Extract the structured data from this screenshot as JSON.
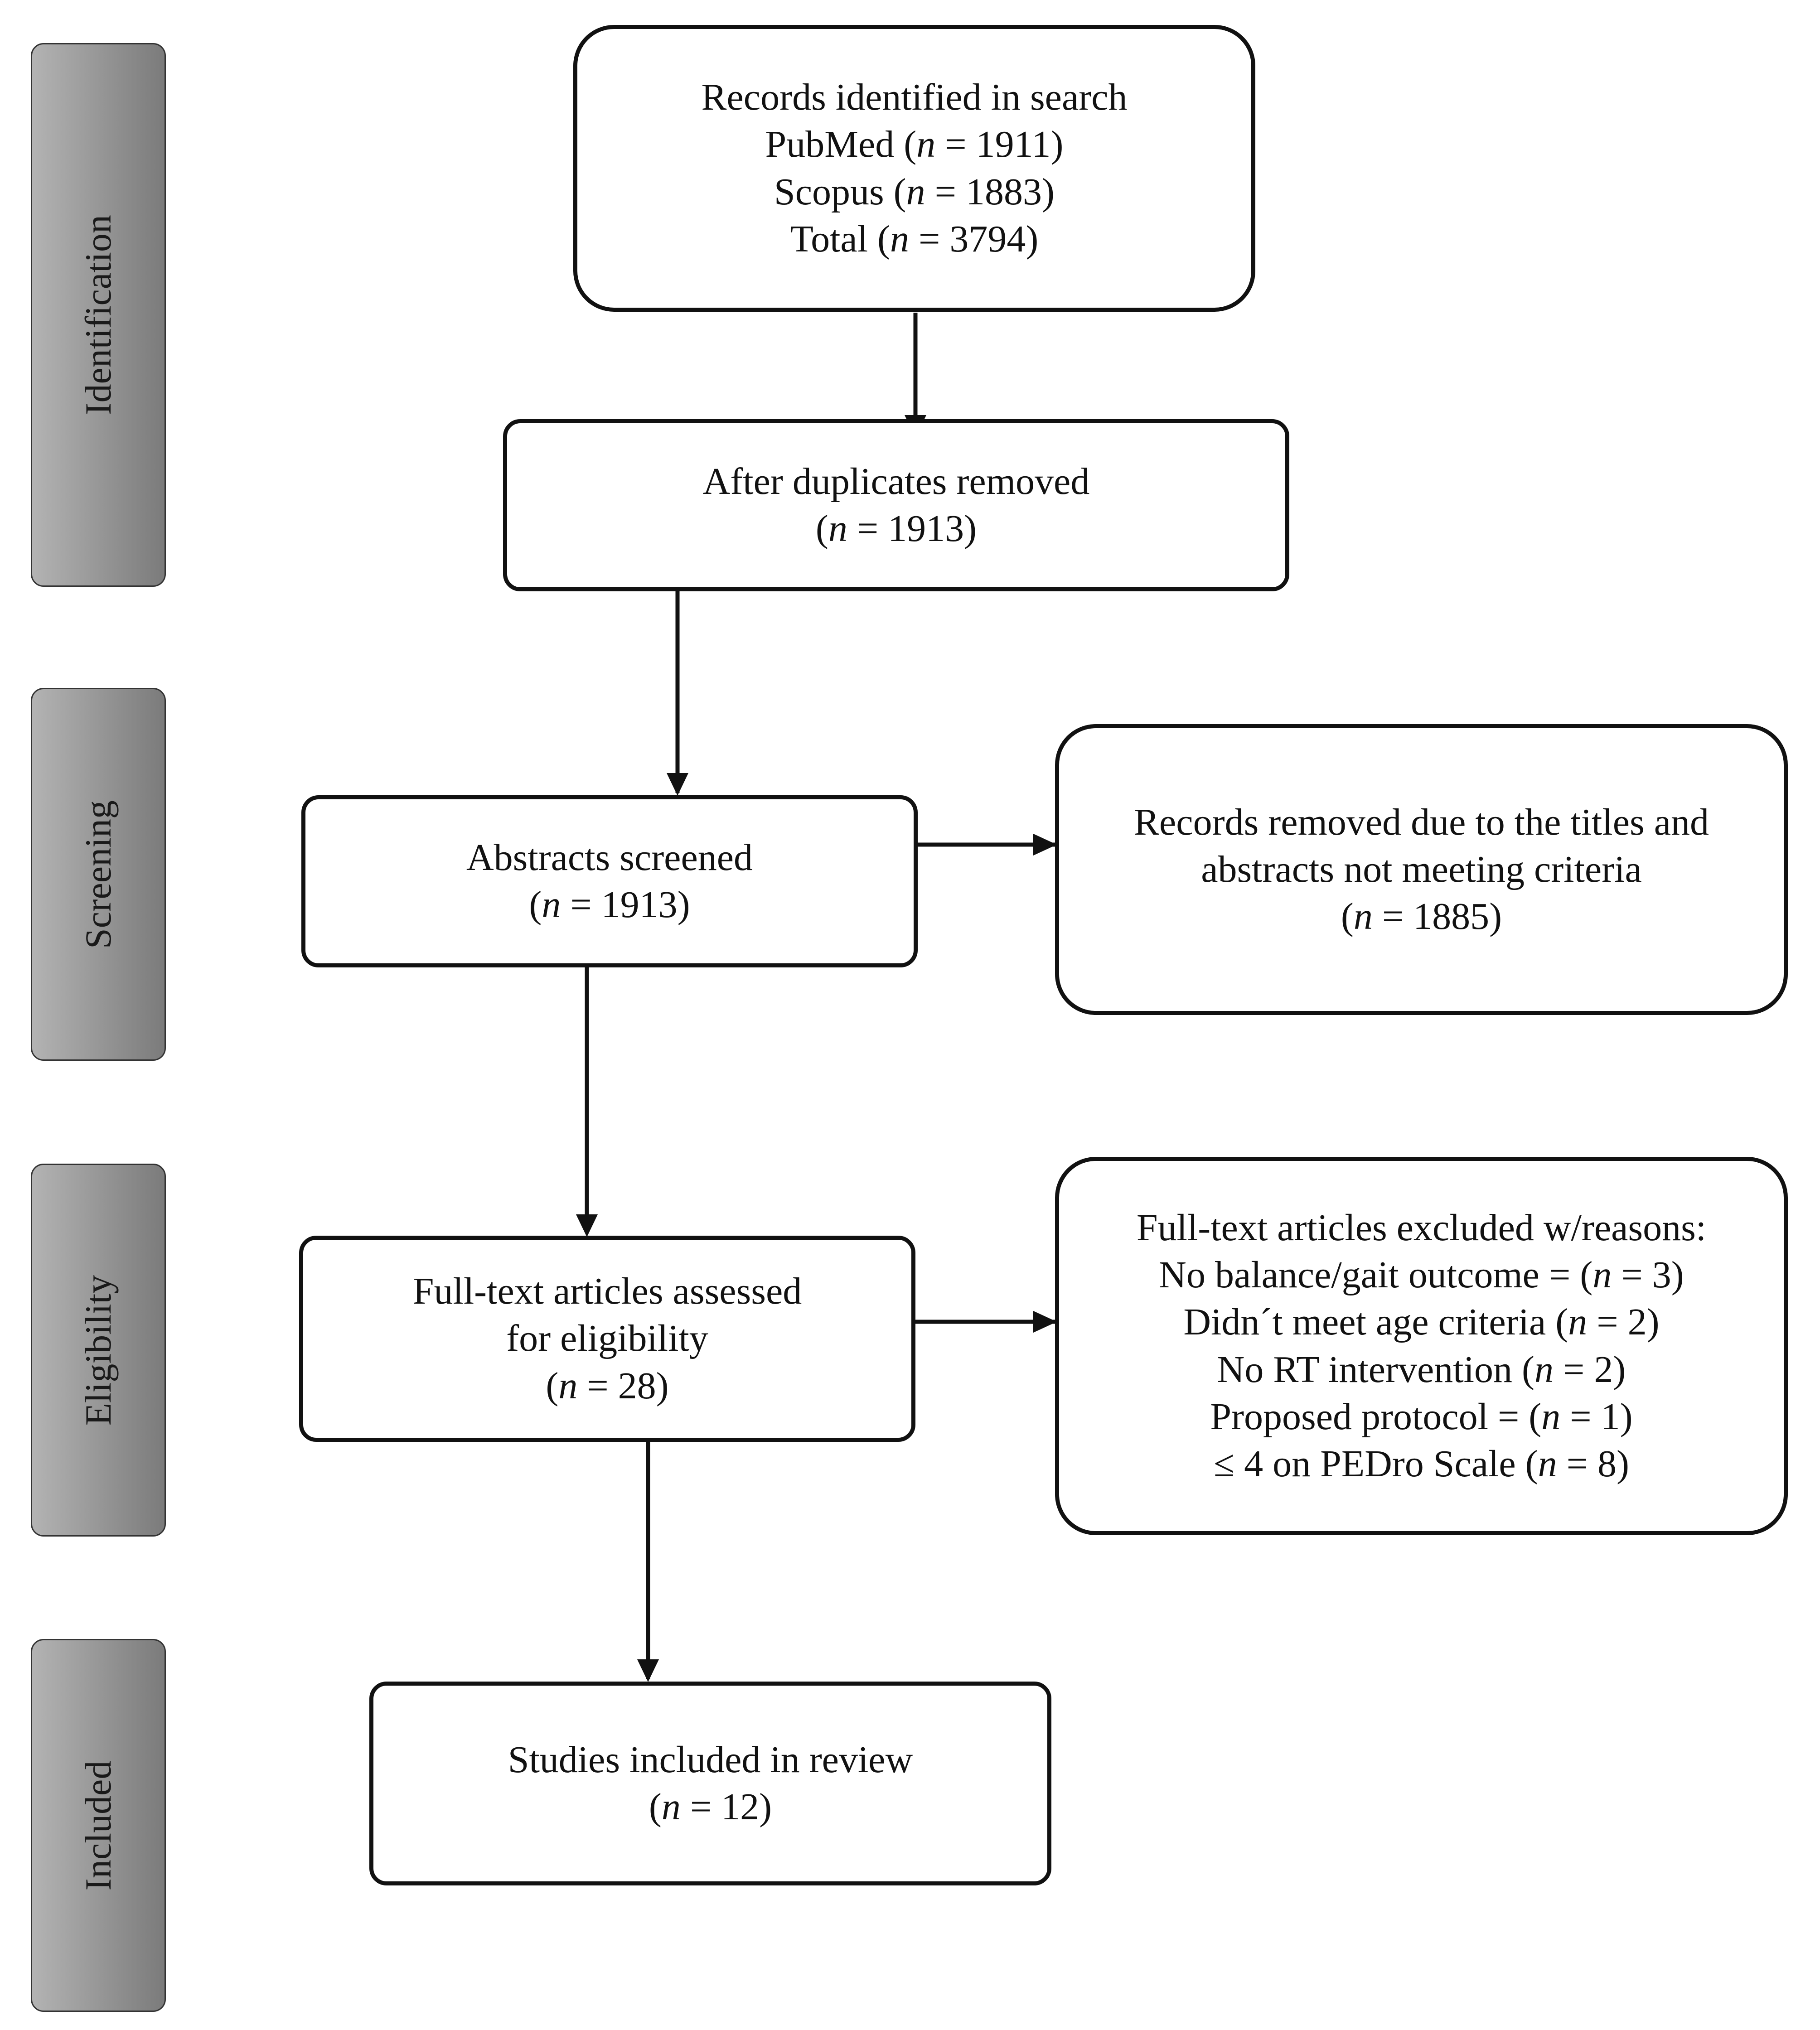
{
  "stages": {
    "identification": "Identification",
    "screening": "Screening",
    "eligibility": "Eligibility",
    "included": "Included"
  },
  "boxes": {
    "records_identified": {
      "line1": "Records identified in search",
      "line2_prefix": "PubMed (",
      "line2_n": "n",
      "line2_suffix": " = 1911)",
      "line3_prefix": "Scopus (",
      "line3_n": "n",
      "line3_suffix": " = 1883)",
      "line4_prefix": "Total (",
      "line4_n": "n",
      "line4_suffix": " = 3794)"
    },
    "duplicates_removed": {
      "line1": "After duplicates removed",
      "line2_prefix": "(",
      "line2_n": "n",
      "line2_suffix": " = 1913)"
    },
    "abstracts_screened": {
      "line1": "Abstracts screened",
      "line2_prefix": "(",
      "line2_n": "n",
      "line2_suffix": " = 1913)"
    },
    "records_removed": {
      "line1": "Records removed due to the titles and",
      "line2": "abstracts not meeting criteria",
      "line3_prefix": "(",
      "line3_n": "n",
      "line3_suffix": " = 1885)"
    },
    "full_text_assessed": {
      "line1": "Full-text articles assessed",
      "line2": "for eligibility",
      "line3_prefix": "(",
      "line3_n": "n",
      "line3_suffix": " = 28)"
    },
    "full_text_excluded": {
      "line1": "Full-text articles excluded w/reasons:",
      "line2_prefix": "No balance/gait outcome = (",
      "line2_n": "n",
      "line2_suffix": " = 3)",
      "line3_prefix": "Didn´t meet age criteria (",
      "line3_n": "n",
      "line3_suffix": " = 2)",
      "line4_prefix": "No RT intervention (",
      "line4_n": "n",
      "line4_suffix": " = 2)",
      "line5_prefix": "Proposed protocol = (",
      "line5_n": "n",
      "line5_suffix": " = 1)",
      "line6_prefix": "≤ 4 on PEDro Scale (",
      "line6_n": "n",
      "line6_suffix": " = 8)"
    },
    "studies_included": {
      "line1": "Studies included in review",
      "line2_prefix": "(",
      "line2_n": "n",
      "line2_suffix": " = 12)"
    }
  }
}
